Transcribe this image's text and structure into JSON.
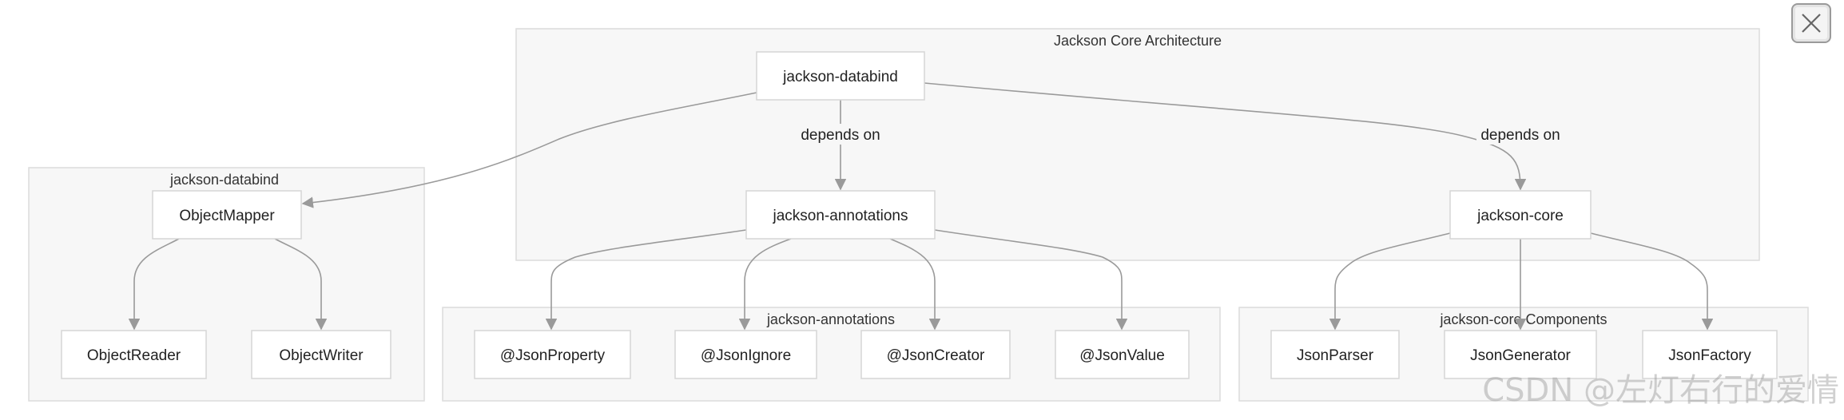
{
  "clusters": [
    {
      "id": "arch",
      "label": "Jackson Core Architecture"
    },
    {
      "id": "databind",
      "label": "jackson-databind"
    },
    {
      "id": "annotations",
      "label": "jackson-annotations"
    },
    {
      "id": "core",
      "label": "jackson-core Components"
    }
  ],
  "nodes": [
    {
      "id": "jackson-databind",
      "label": "jackson-databind"
    },
    {
      "id": "jackson-annotations",
      "label": "jackson-annotations"
    },
    {
      "id": "jackson-core",
      "label": "jackson-core"
    },
    {
      "id": "ObjectMapper",
      "label": "ObjectMapper"
    },
    {
      "id": "ObjectReader",
      "label": "ObjectReader"
    },
    {
      "id": "ObjectWriter",
      "label": "ObjectWriter"
    },
    {
      "id": "JsonProperty",
      "label": "@JsonProperty"
    },
    {
      "id": "JsonIgnore",
      "label": "@JsonIgnore"
    },
    {
      "id": "JsonCreator",
      "label": "@JsonCreator"
    },
    {
      "id": "JsonValue",
      "label": "@JsonValue"
    },
    {
      "id": "JsonParser",
      "label": "JsonParser"
    },
    {
      "id": "JsonGenerator",
      "label": "JsonGenerator"
    },
    {
      "id": "JsonFactory",
      "label": "JsonFactory"
    }
  ],
  "edges": [
    {
      "from": "jackson-databind",
      "to": "jackson-annotations",
      "label": "depends on"
    },
    {
      "from": "jackson-databind",
      "to": "jackson-core",
      "label": "depends on"
    },
    {
      "from": "jackson-databind",
      "to": "ObjectMapper",
      "label": ""
    },
    {
      "from": "ObjectMapper",
      "to": "ObjectReader",
      "label": ""
    },
    {
      "from": "ObjectMapper",
      "to": "ObjectWriter",
      "label": ""
    },
    {
      "from": "jackson-annotations",
      "to": "JsonProperty",
      "label": ""
    },
    {
      "from": "jackson-annotations",
      "to": "JsonIgnore",
      "label": ""
    },
    {
      "from": "jackson-annotations",
      "to": "JsonCreator",
      "label": ""
    },
    {
      "from": "jackson-annotations",
      "to": "JsonValue",
      "label": ""
    },
    {
      "from": "jackson-core",
      "to": "JsonParser",
      "label": ""
    },
    {
      "from": "jackson-core",
      "to": "JsonGenerator",
      "label": ""
    },
    {
      "from": "jackson-core",
      "to": "JsonFactory",
      "label": ""
    }
  ],
  "watermark": "CSDN @左灯右行的爱情",
  "icons": {
    "close": "close-x-icon"
  },
  "colors": {
    "cluster_fill": "#f7f7f7",
    "node_fill": "#ffffff",
    "edge": "#9a9a9a"
  }
}
